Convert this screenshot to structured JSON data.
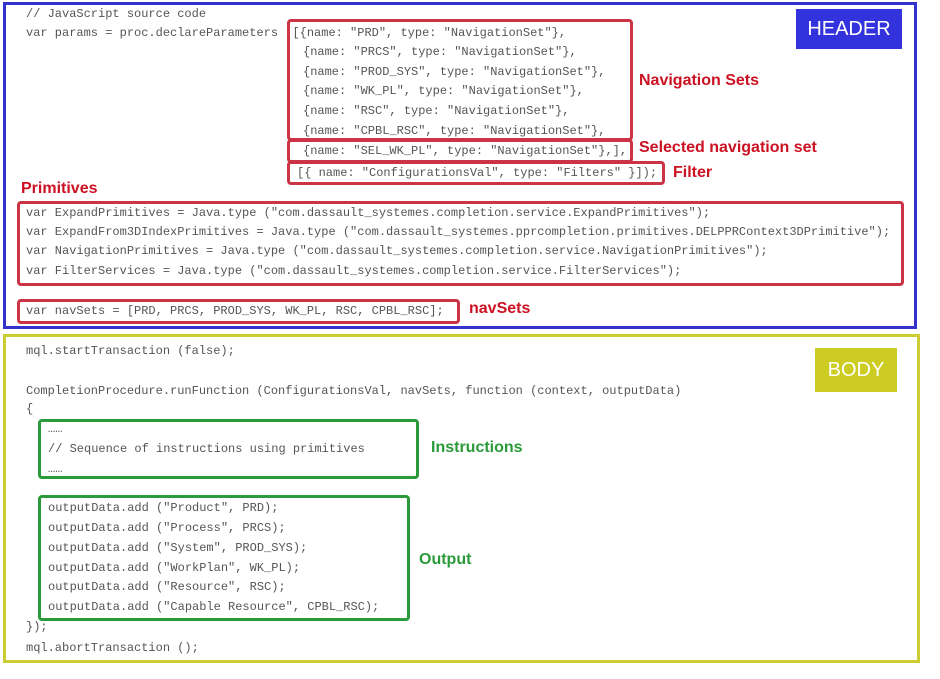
{
  "header": {
    "badge": "HEADER",
    "code": [
      "// JavaScript source code",
      "var params = proc.declareParameters ([{name: \"PRD\", type: \"NavigationSet\"},",
      "{name: \"PRCS\", type: \"NavigationSet\"},",
      "{name: \"PROD_SYS\", type: \"NavigationSet\"},",
      "{name: \"WK_PL\", type: \"NavigationSet\"},",
      "{name: \"RSC\", type: \"NavigationSet\"},",
      "{name: \"CPBL_RSC\", type: \"NavigationSet\"},",
      "{name: \"SEL_WK_PL\", type: \"NavigationSet\"},],",
      "[{ name: \"ConfigurationsVal\", type: \"Filters\" }]);",
      "var ExpandPrimitives = Java.type (\"com.dassault_systemes.completion.service.ExpandPrimitives\");",
      "var ExpandFrom3DIndexPrimitives = Java.type (\"com.dassault_systemes.pprcompletion.primitives.DELPPRContext3DPrimitive\");",
      "var NavigationPrimitives = Java.type (\"com.dassault_systemes.completion.service.NavigationPrimitives\");",
      "var FilterServices = Java.type (\"com.dassault_systemes.completion.service.FilterServices\");",
      "var navSets = [PRD, PRCS, PROD_SYS, WK_PL, RSC, CPBL_RSC];"
    ],
    "labels": {
      "navigation_sets": "Navigation Sets",
      "selected_navigation_set": "Selected navigation set",
      "filter": "Filter",
      "primitives": "Primitives",
      "navsets": "navSets"
    }
  },
  "body": {
    "badge": "BODY",
    "code": [
      "mql.startTransaction (false);",
      "CompletionProcedure.runFunction (ConfigurationsVal, navSets, function (context, outputData)",
      "{",
      "……",
      "// Sequence of instructions using primitives",
      "……",
      "outputData.add (\"Product\", PRD);",
      "outputData.add (\"Process\", PRCS);",
      "outputData.add (\"System\", PROD_SYS);",
      "outputData.add (\"WorkPlan\", WK_PL);",
      "outputData.add (\"Resource\", RSC);",
      "outputData.add (\"Capable Resource\", CPBL_RSC);",
      "});",
      "mql.abortTransaction ();"
    ],
    "labels": {
      "instructions": "Instructions",
      "output": "Output"
    }
  }
}
